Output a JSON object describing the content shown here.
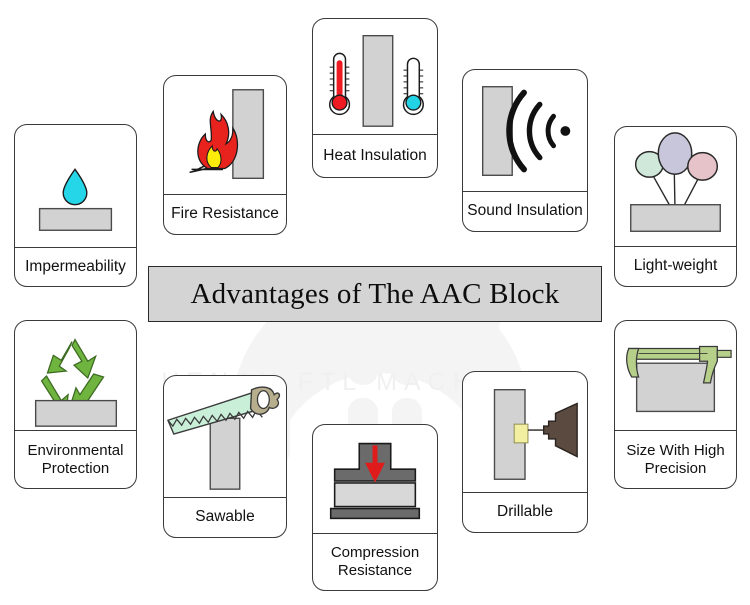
{
  "banner": {
    "title": "Advantages of The AAC Block"
  },
  "watermark": {
    "text": "HENAN FTL MACHINERY",
    "color": "#f0f0f0"
  },
  "colors": {
    "block_fill": "#d2d2d2",
    "block_stroke": "#4a4a4a",
    "card_stroke": "#3a3a3a",
    "banner_fill": "#d4d4d4",
    "water_drop": "#25d5e8",
    "flame_red": "#e8231e",
    "flame_yellow": "#fdeb0a",
    "thermometer_hot": "#ee1c22",
    "thermometer_cold": "#22d3e6",
    "recycle_green": "#6fb43f",
    "saw_blade": "#c9efd9",
    "saw_handle": "#b7ae8e",
    "press_dark": "#6b6b6b",
    "press_arrow": "#e01b1b",
    "drill_body": "#5a4a3f",
    "drill_mark": "#f2f0a0",
    "caliper_green": "#b6d08a",
    "balloon_green": "#cfe8da",
    "balloon_purple": "#c8c6da",
    "balloon_pink": "#e5c3c8"
  },
  "cards": [
    {
      "id": "impermeability",
      "label": "Impermeability",
      "icon": "water-drop-icon"
    },
    {
      "id": "fire-resistance",
      "label": "Fire Resistance",
      "icon": "flame-icon"
    },
    {
      "id": "heat-insulation",
      "label": "Heat Insulation",
      "icon": "thermometers-icon"
    },
    {
      "id": "sound-insulation",
      "label": "Sound Insulation",
      "icon": "sound-waves-icon"
    },
    {
      "id": "light-weight",
      "label": "Light-weight",
      "icon": "balloons-icon"
    },
    {
      "id": "environmental-protection",
      "label": "Environmental\nProtection",
      "label_line1": "Environmental",
      "label_line2": "Protection",
      "icon": "recycle-icon"
    },
    {
      "id": "sawable",
      "label": "Sawable",
      "icon": "handsaw-icon"
    },
    {
      "id": "compression-resistance",
      "label": "Compression\nResistance",
      "label_line1": "Compression",
      "label_line2": "Resistance",
      "icon": "press-icon"
    },
    {
      "id": "drillable",
      "label": "Drillable",
      "icon": "drill-icon"
    },
    {
      "id": "size-with-high-precision",
      "label": "Size With High\nPrecision",
      "label_line1": "Size With High",
      "label_line2": "Precision",
      "icon": "caliper-icon"
    }
  ]
}
